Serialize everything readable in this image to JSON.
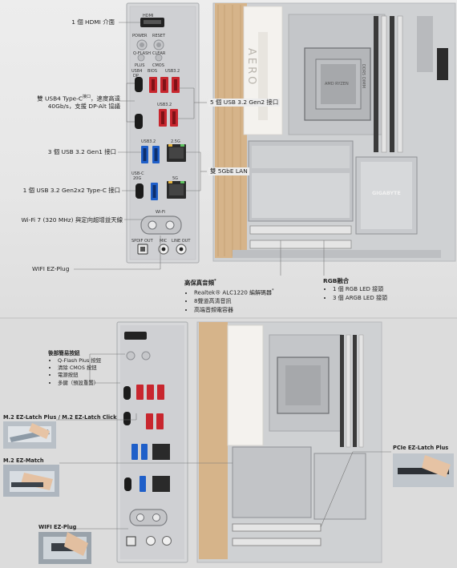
{
  "top": {
    "labels": {
      "hdmi": "1 個 HDMI 介面",
      "usb4_line1": "雙 USB4 Type-C",
      "usb4_sup": "接口",
      "usb4_tail": "，速度高達",
      "usb4_line2": "40Gb/s，支援 DP-Alt 協議",
      "usb32g1": "3 個 USB 3.2 Gen1 接口",
      "usbc2x2": "1 個 USB 3.2 Gen2x2 Type-C 接口",
      "wifi7": "Wi-Fi 7 (320 MHz) 與定向超增益天線",
      "ezplug": "WIFI EZ-Plug",
      "usb32g2": "5 個 USB 3.2 Gen2 接口",
      "lan": "雙 5GbE LAN"
    },
    "audio": {
      "title": "高保真音頻",
      "sup": "*",
      "items": [
        "Realtek® ALC1220 編解碼器",
        "8聲道高清音訊",
        "高端音頻電容器"
      ],
      "first_sup": "*"
    },
    "rgb": {
      "title": "RGB融合",
      "items": [
        "1 個 RGB LED 接頭",
        "3 個 ARGB LED 接頭"
      ]
    },
    "io_text": {
      "hdmi": "HDMI",
      "power": "POWER",
      "reset": "RESET",
      "qflash": "Q-FLASH",
      "plus": "PLUS",
      "clear": "CLEAR",
      "cmos": "CMOS",
      "usb4": "USB4",
      "dp": "DP",
      "bios": "BIOS",
      "usb32": "USB3.2",
      "usb32b": "USB3.2",
      "usb32c": "USB3.2",
      "usbc": "USB-C",
      "r20": "20G",
      "wifi": "Wi-Fi",
      "spdif": "SPDIF OUT",
      "mic": "MIC",
      "lineout": "LINE OUT",
      "lan1": "2.5G",
      "lan2": "5G"
    },
    "board_text": {
      "aero": "AERO",
      "gigabyte": "GIGABYTE",
      "ddr5": "DDR5 DIMM",
      "cpu": "AMD RYZEN"
    }
  },
  "bottom": {
    "buttons": {
      "title": "後部簡易按鈕",
      "items": [
        "Q-Flash Plus 按鈕",
        "清除 CMOS 按鈕",
        "電源按鈕",
        "多鍵（預設重置）"
      ]
    },
    "labels": {
      "m2latch": "M.2 EZ-Latch Plus / M.2 EZ-Latch Click",
      "m2match": "M.2 EZ-Match",
      "pcie": "PCIe EZ-Latch Plus",
      "ezplug": "WIFI EZ-Plug"
    }
  }
}
